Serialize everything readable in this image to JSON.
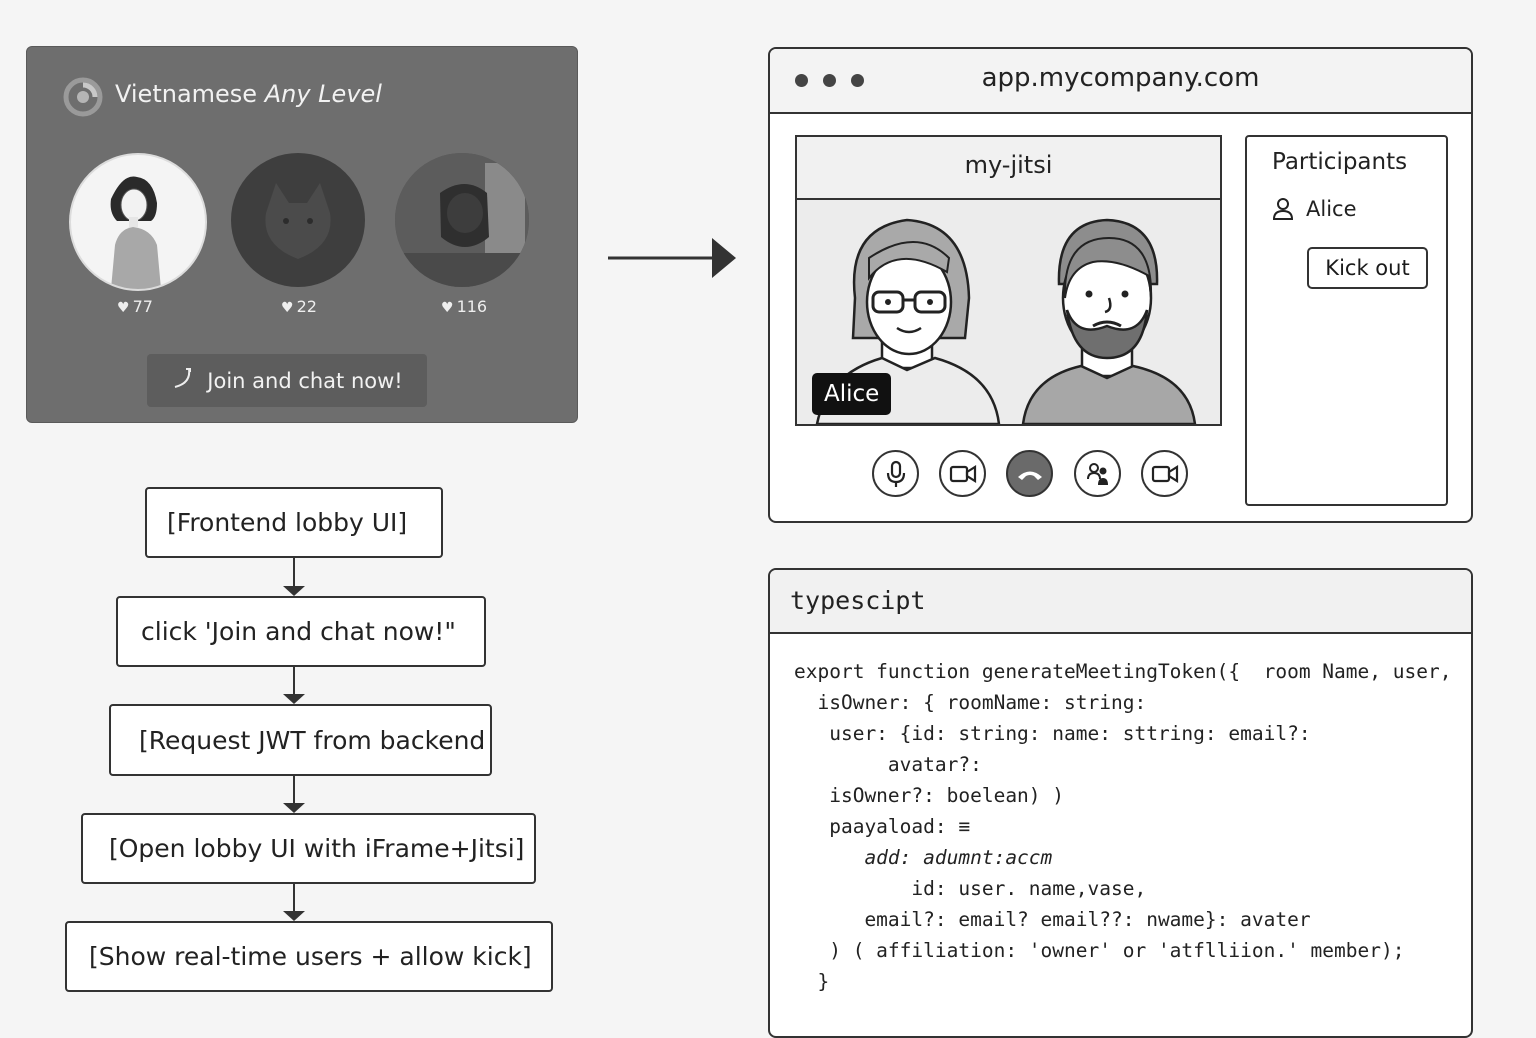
{
  "lobby": {
    "title_main": "Vietnamese",
    "title_italic": "Any Level",
    "users": [
      {
        "likes": "77"
      },
      {
        "likes": "22"
      },
      {
        "likes": "116"
      }
    ],
    "heart_icon": "heart-icon",
    "join_label": "Join and chat now!",
    "join_icon": "phone-icon"
  },
  "flow": {
    "steps": [
      "[Frontend lobby UI]",
      "click 'Join and chat now!\"",
      "[Request JWT from backend",
      "[Open lobby UI with iFrame+Jitsi]",
      "[Show real-time users + allow kick]"
    ]
  },
  "browser": {
    "url": "app.mycompany.com",
    "room_name": "my-jitsi",
    "speaker_tag": "Alice",
    "controls": [
      "microphone-icon",
      "camera-icon",
      "hang-up-icon",
      "participants-icon",
      "camera-icon"
    ],
    "participants": {
      "title": "Participants",
      "users": [
        "Alice"
      ],
      "kick_label": "Kick out"
    }
  },
  "code": {
    "language": "typescipt",
    "lines": [
      "export function generateMeetingToken({  room Name, user,",
      "  isOwner: { roomName: string:",
      "   user: {id: string: name: sttring: email?:",
      "        avatar?:",
      "   isOwner?: boelean) )",
      "   paayaload: ≡",
      "      add: adumnt:accm",
      "          id: user. name,vase,",
      "      email?: email? email??: nwame}: avater",
      "   ) ( affiliation: 'owner' or 'atflliion.' member);",
      "  }"
    ]
  },
  "colors": {
    "lobby_bg": "#6e6e6e",
    "end_call": "#6a6a6a",
    "name_tag": "#111111"
  }
}
